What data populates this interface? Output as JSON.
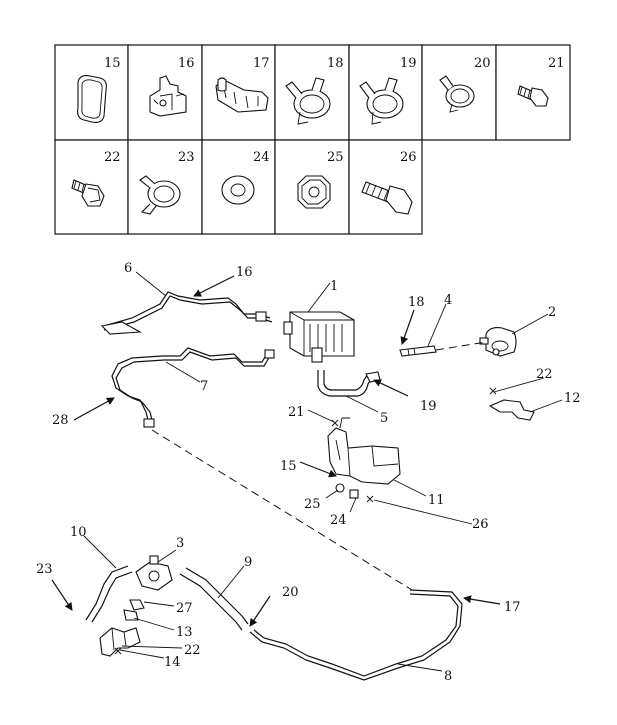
{
  "legend": {
    "row1": [
      "15",
      "16",
      "17",
      "18",
      "19",
      "20",
      "21"
    ],
    "row2": [
      "22",
      "23",
      "24",
      "25",
      "26"
    ]
  },
  "callouts": {
    "c1": "1",
    "c2": "2",
    "c3": "3",
    "c4": "4",
    "c5": "5",
    "c6": "6",
    "c7": "7",
    "c8": "8",
    "c9": "9",
    "c10": "10",
    "c11": "11",
    "c12": "12",
    "c13": "13",
    "c14": "14",
    "c15": "15",
    "c16": "16",
    "c17": "17",
    "c18": "18",
    "c19": "19",
    "c20": "20",
    "c21": "21",
    "c22a": "22",
    "c22b": "22",
    "c23": "23",
    "c24": "24",
    "c25": "25",
    "c26": "26",
    "c27": "27",
    "c28": "28"
  }
}
